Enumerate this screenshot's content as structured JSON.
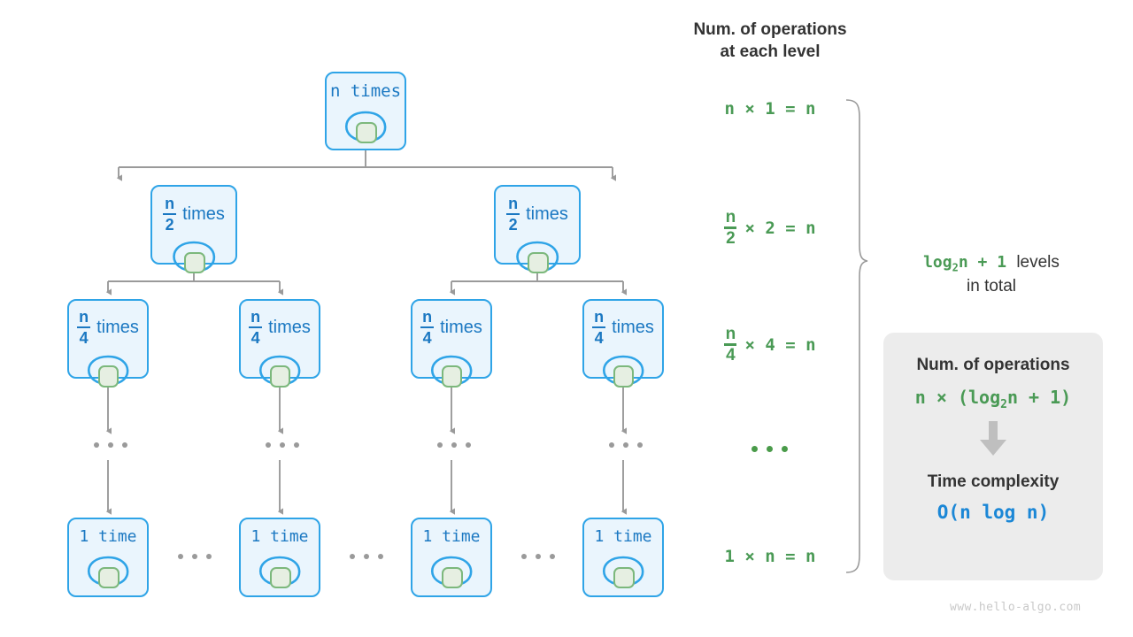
{
  "colors": {
    "node_fill": "#eaf5fd",
    "node_border": "#2fa4e7",
    "node_text": "#1b78c2",
    "inner_fill": "#e6efe2",
    "inner_border": "#7cb87c",
    "edge": "#9a9a9a",
    "green": "#4a9a55",
    "blue": "#1b87d6",
    "card_bg": "#ececec",
    "dark_text": "#333333",
    "watermark": "#c9c9c9"
  },
  "tree": {
    "levels": [
      {
        "id": "level-1",
        "nodes": [
          {
            "label": "n times",
            "kind": "plain"
          }
        ]
      },
      {
        "id": "level-2",
        "nodes": [
          {
            "numerator": "n",
            "denominator": "2",
            "suffix": "times",
            "kind": "fraction"
          },
          {
            "numerator": "n",
            "denominator": "2",
            "suffix": "times",
            "kind": "fraction"
          }
        ]
      },
      {
        "id": "level-3",
        "nodes": [
          {
            "numerator": "n",
            "denominator": "4",
            "suffix": "times",
            "kind": "fraction"
          },
          {
            "numerator": "n",
            "denominator": "4",
            "suffix": "times",
            "kind": "fraction"
          },
          {
            "numerator": "n",
            "denominator": "4",
            "suffix": "times",
            "kind": "fraction"
          },
          {
            "numerator": "n",
            "denominator": "4",
            "suffix": "times",
            "kind": "fraction"
          }
        ]
      },
      {
        "id": "level-ellipsis",
        "nodes": [
          {
            "label": "...",
            "kind": "ellipsis"
          },
          {
            "label": "...",
            "kind": "ellipsis"
          },
          {
            "label": "...",
            "kind": "ellipsis"
          },
          {
            "label": "...",
            "kind": "ellipsis"
          }
        ]
      },
      {
        "id": "level-last",
        "nodes": [
          {
            "label": "1 time",
            "kind": "plain"
          },
          {
            "label": "1 time",
            "kind": "plain"
          },
          {
            "label": "1 time",
            "kind": "plain"
          },
          {
            "label": "1 time",
            "kind": "plain"
          }
        ]
      }
    ],
    "horizontal_separators": [
      "...",
      "...",
      "..."
    ]
  },
  "operations_column": {
    "heading_line1": "Num. of operations",
    "heading_line2": "at each level",
    "rows": [
      {
        "id": "op-level-1",
        "text": "n × 1 = n",
        "kind": "plain"
      },
      {
        "id": "op-level-2",
        "numerator": "n",
        "denominator": "2",
        "rest": "× 2 = n",
        "kind": "fraction"
      },
      {
        "id": "op-level-3",
        "numerator": "n",
        "denominator": "4",
        "rest": "× 4 = n",
        "kind": "fraction"
      },
      {
        "id": "op-ellipsis",
        "text": "...",
        "kind": "ellipsis"
      },
      {
        "id": "op-level-last",
        "text": "1 × n = n",
        "kind": "plain"
      }
    ]
  },
  "levels_note": {
    "formula": "log",
    "formula_sub": "2",
    "formula_tail": "n + 1",
    "label": "levels",
    "line2": "in total"
  },
  "summary_card": {
    "operations_title": "Num. of operations",
    "operations_formula_pre": "n × (log",
    "operations_formula_sub": "2",
    "operations_formula_post": "n + 1)",
    "arrow": "down-arrow-icon",
    "complexity_title": "Time complexity",
    "complexity_value": "O(n log n)"
  },
  "watermark": "www.hello-algo.com"
}
